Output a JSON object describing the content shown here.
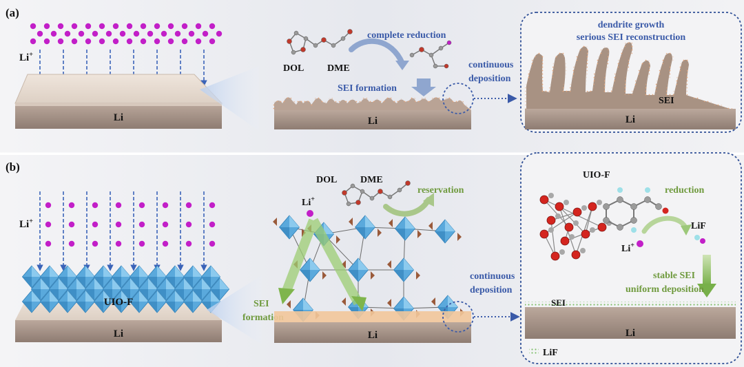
{
  "panel_a": {
    "tag": "(a)",
    "li_ion": "Li",
    "li_ion_sup": "+",
    "li_left": "Li",
    "dol": "DOL",
    "dme": "DME",
    "complete_reduction": "complete reduction",
    "sei_formation": "SEI formation",
    "li_mid": "Li",
    "continuous": "continuous",
    "deposition": "deposition",
    "dendrite_growth": "dendrite growth",
    "serious_sei": "serious SEI reconstruction",
    "sei_right": "SEI",
    "li_right": "Li"
  },
  "panel_b": {
    "tag": "(b)",
    "li_ion": "Li",
    "li_ion_sup": "+",
    "uio_f_layer": "UIO-F",
    "li_left": "Li",
    "dol": "DOL",
    "dme": "DME",
    "reservation": "reservation",
    "li_ion_mid": "Li",
    "li_ion_mid_sup": "+",
    "sei_formation_1": "SEI",
    "sei_formation_2": "formation",
    "li_mid": "Li",
    "continuous": "continuous",
    "deposition": "deposition",
    "uio_f_right": "UIO-F",
    "reduction": "reduction",
    "lif_right": "LiF",
    "li_ion_right": "Li",
    "li_ion_right_sup": "+",
    "stable_sei": "stable SEI",
    "uniform_deposition": "uniform deposition",
    "sei_right": "SEI",
    "li_right": "Li",
    "lif_legend": "LiF"
  },
  "colors": {
    "ion": "#c21fc8",
    "arrow_blue": "#3a63b8",
    "label_blue": "#3a5aa8",
    "label_green": "#6f9a3e",
    "mof_blue": "#5aa9dc",
    "li_metal": "#a8958a",
    "sei_orange": "#f2c79a"
  }
}
